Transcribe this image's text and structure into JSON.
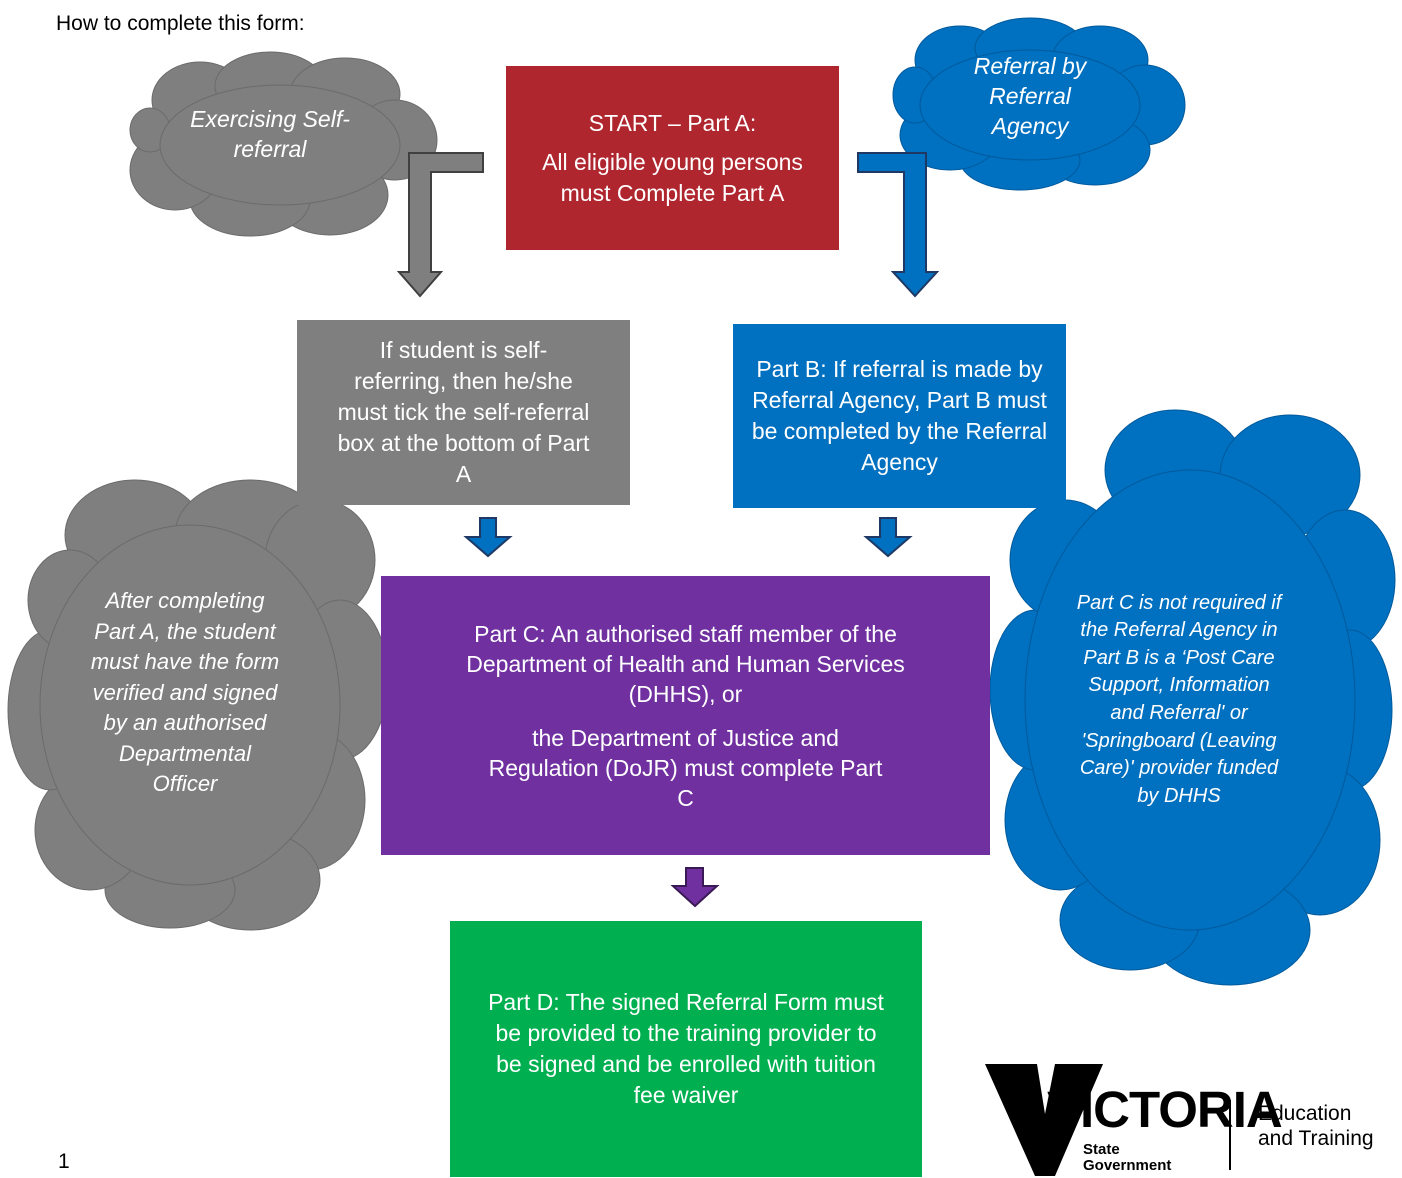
{
  "heading": "How to complete this form:",
  "clouds": {
    "self_referral": "Exercising Self-referral",
    "referral_agency": "Referral by Referral Agency",
    "after_completing": "After completing Part A, the student must have the form verified and signed by an authorised Departmental Officer",
    "part_c_not_required": "Part C is not required if the Referral Agency in Part B is a ‘Post Care Support, Information and Referral' or 'Springboard (Leaving Care)' provider funded by DHHS"
  },
  "boxes": {
    "part_a_title": "START – Part A:",
    "part_a_body": "All eligible young persons must Complete Part A",
    "self_referring": "If student is self-referring, then he/she must tick the self-referral box at the bottom of Part A",
    "part_b": "Part B: If referral is made by Referral Agency, Part B must be completed by the Referral Agency",
    "part_c_1": "Part C: An authorised staff member of the Department of Health and Human Services (DHHS), or",
    "part_c_2": "the Department of Justice and Regulation (DoJR) must complete Part C",
    "part_d": "Part D: The signed Referral Form must be provided to the training provider to be signed and be enrolled with tuition fee waiver"
  },
  "page_number": "1",
  "logo": {
    "wordmark": "VICTORIA",
    "state": "State",
    "government": "Government",
    "dept_line1": "Education",
    "dept_line2": "and Training"
  },
  "colors": {
    "part_a": "#B0262E",
    "grey": "#7F7F7F",
    "blue": "#0070C0",
    "purple": "#7030A0",
    "green": "#00B050",
    "arrow_blue": "#0070C0",
    "arrow_purple": "#7030A0"
  }
}
